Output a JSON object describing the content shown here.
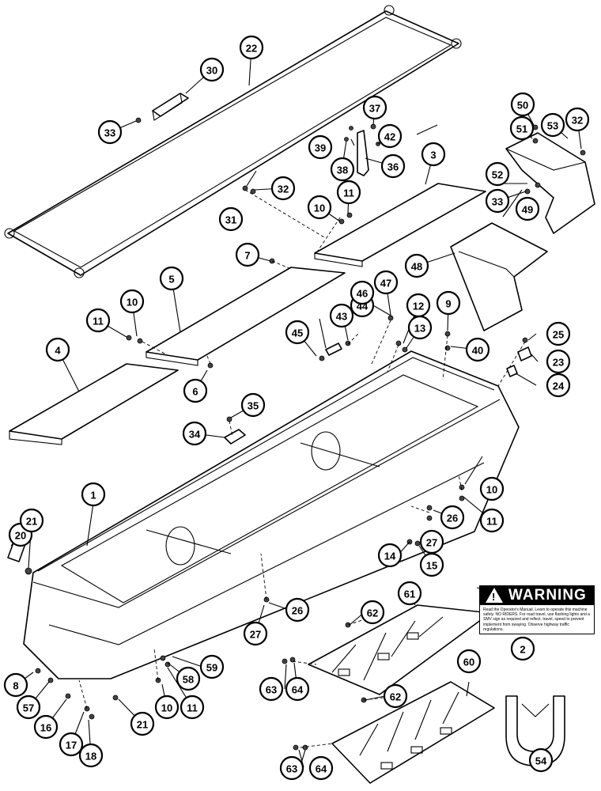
{
  "callouts": [
    {
      "id": "c1",
      "label": "1"
    },
    {
      "id": "c2",
      "label": "2"
    },
    {
      "id": "c3",
      "label": "3"
    },
    {
      "id": "c4",
      "label": "4"
    },
    {
      "id": "c5",
      "label": "5"
    },
    {
      "id": "c6",
      "label": "6"
    },
    {
      "id": "c7",
      "label": "7"
    },
    {
      "id": "c8",
      "label": "8"
    },
    {
      "id": "c9",
      "label": "9"
    },
    {
      "id": "c10a",
      "label": "10"
    },
    {
      "id": "c10b",
      "label": "10"
    },
    {
      "id": "c10c",
      "label": "10"
    },
    {
      "id": "c10d",
      "label": "10"
    },
    {
      "id": "c11a",
      "label": "11"
    },
    {
      "id": "c11b",
      "label": "11"
    },
    {
      "id": "c11c",
      "label": "11"
    },
    {
      "id": "c11d",
      "label": "11"
    },
    {
      "id": "c12",
      "label": "12"
    },
    {
      "id": "c13",
      "label": "13"
    },
    {
      "id": "c14",
      "label": "14"
    },
    {
      "id": "c15",
      "label": "15"
    },
    {
      "id": "c16",
      "label": "16"
    },
    {
      "id": "c17",
      "label": "17"
    },
    {
      "id": "c18",
      "label": "18"
    },
    {
      "id": "c20",
      "label": "20"
    },
    {
      "id": "c21a",
      "label": "21"
    },
    {
      "id": "c21b",
      "label": "21"
    },
    {
      "id": "c22",
      "label": "22"
    },
    {
      "id": "c23",
      "label": "23"
    },
    {
      "id": "c24",
      "label": "24"
    },
    {
      "id": "c25",
      "label": "25"
    },
    {
      "id": "c26a",
      "label": "26"
    },
    {
      "id": "c26b",
      "label": "26"
    },
    {
      "id": "c27a",
      "label": "27"
    },
    {
      "id": "c27b",
      "label": "27"
    },
    {
      "id": "c30",
      "label": "30"
    },
    {
      "id": "c31",
      "label": "31"
    },
    {
      "id": "c32a",
      "label": "32"
    },
    {
      "id": "c32b",
      "label": "32"
    },
    {
      "id": "c33a",
      "label": "33"
    },
    {
      "id": "c33b",
      "label": "33"
    },
    {
      "id": "c34",
      "label": "34"
    },
    {
      "id": "c35",
      "label": "35"
    },
    {
      "id": "c36",
      "label": "36"
    },
    {
      "id": "c37",
      "label": "37"
    },
    {
      "id": "c38",
      "label": "38"
    },
    {
      "id": "c39",
      "label": "39"
    },
    {
      "id": "c40",
      "label": "40"
    },
    {
      "id": "c42",
      "label": "42"
    },
    {
      "id": "c43",
      "label": "43"
    },
    {
      "id": "c44",
      "label": "44"
    },
    {
      "id": "c45",
      "label": "45"
    },
    {
      "id": "c46",
      "label": "46"
    },
    {
      "id": "c47",
      "label": "47"
    },
    {
      "id": "c48",
      "label": "48"
    },
    {
      "id": "c49",
      "label": "49"
    },
    {
      "id": "c50",
      "label": "50"
    },
    {
      "id": "c51",
      "label": "51"
    },
    {
      "id": "c52",
      "label": "52"
    },
    {
      "id": "c53",
      "label": "53"
    },
    {
      "id": "c54",
      "label": "54"
    },
    {
      "id": "c57",
      "label": "57"
    },
    {
      "id": "c58",
      "label": "58"
    },
    {
      "id": "c59",
      "label": "59"
    },
    {
      "id": "c60",
      "label": "60"
    },
    {
      "id": "c61",
      "label": "61"
    },
    {
      "id": "c62a",
      "label": "62"
    },
    {
      "id": "c62b",
      "label": "62"
    },
    {
      "id": "c63a",
      "label": "63"
    },
    {
      "id": "c63b",
      "label": "63"
    },
    {
      "id": "c64a",
      "label": "64"
    },
    {
      "id": "c64b",
      "label": "64"
    }
  ],
  "warning_decal": {
    "title": "WARNING",
    "symbol": "!",
    "body": "Read the Operator's Manual. Learn to operate this machine safely. NO RIDERS. For road travel, use flashing lights and a SMV sign as required and reflect. travel, speed to prevent implement from swaying. Observe highway traffic regulations."
  },
  "colors": {
    "ink": "#000000",
    "paper": "#ffffff"
  }
}
